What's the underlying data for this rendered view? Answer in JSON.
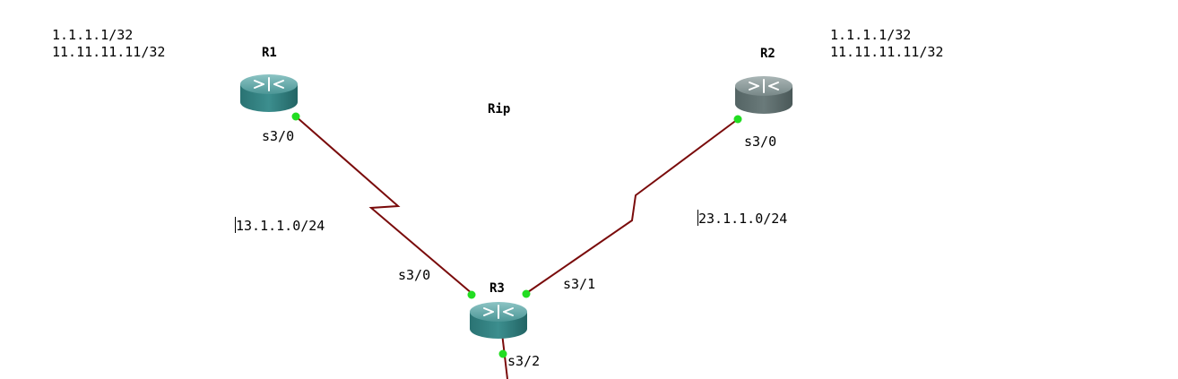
{
  "diagram": {
    "protocol_label": "Rip",
    "colors": {
      "link": "#7a0b0b",
      "port_dot": "#22dd22",
      "router_teal_top": "#5fa7a7",
      "router_teal_side": "#2f7f80",
      "router_gray_top": "#8c9a9a",
      "router_gray_side": "#5b6b6b"
    },
    "icon": "router-icon",
    "routers": [
      {
        "id": "r1",
        "name": "R1",
        "loopbacks": [
          "1.1.1.1/32",
          "11.11.11.11/32"
        ],
        "interfaces": [
          "s3/0"
        ]
      },
      {
        "id": "r2",
        "name": "R2",
        "loopbacks": [
          "1.1.1.1/32",
          "11.11.11.11/32"
        ],
        "interfaces": [
          "s3/0"
        ]
      },
      {
        "id": "r3",
        "name": "R3",
        "interfaces": [
          "s3/0",
          "s3/1",
          "s3/2"
        ]
      }
    ],
    "links": [
      {
        "from": "R1 s3/0",
        "to": "R3 s3/0",
        "network": "13.1.1.0/24"
      },
      {
        "from": "R2 s3/0",
        "to": "R3 s3/1",
        "network": "23.1.1.0/24"
      }
    ]
  }
}
